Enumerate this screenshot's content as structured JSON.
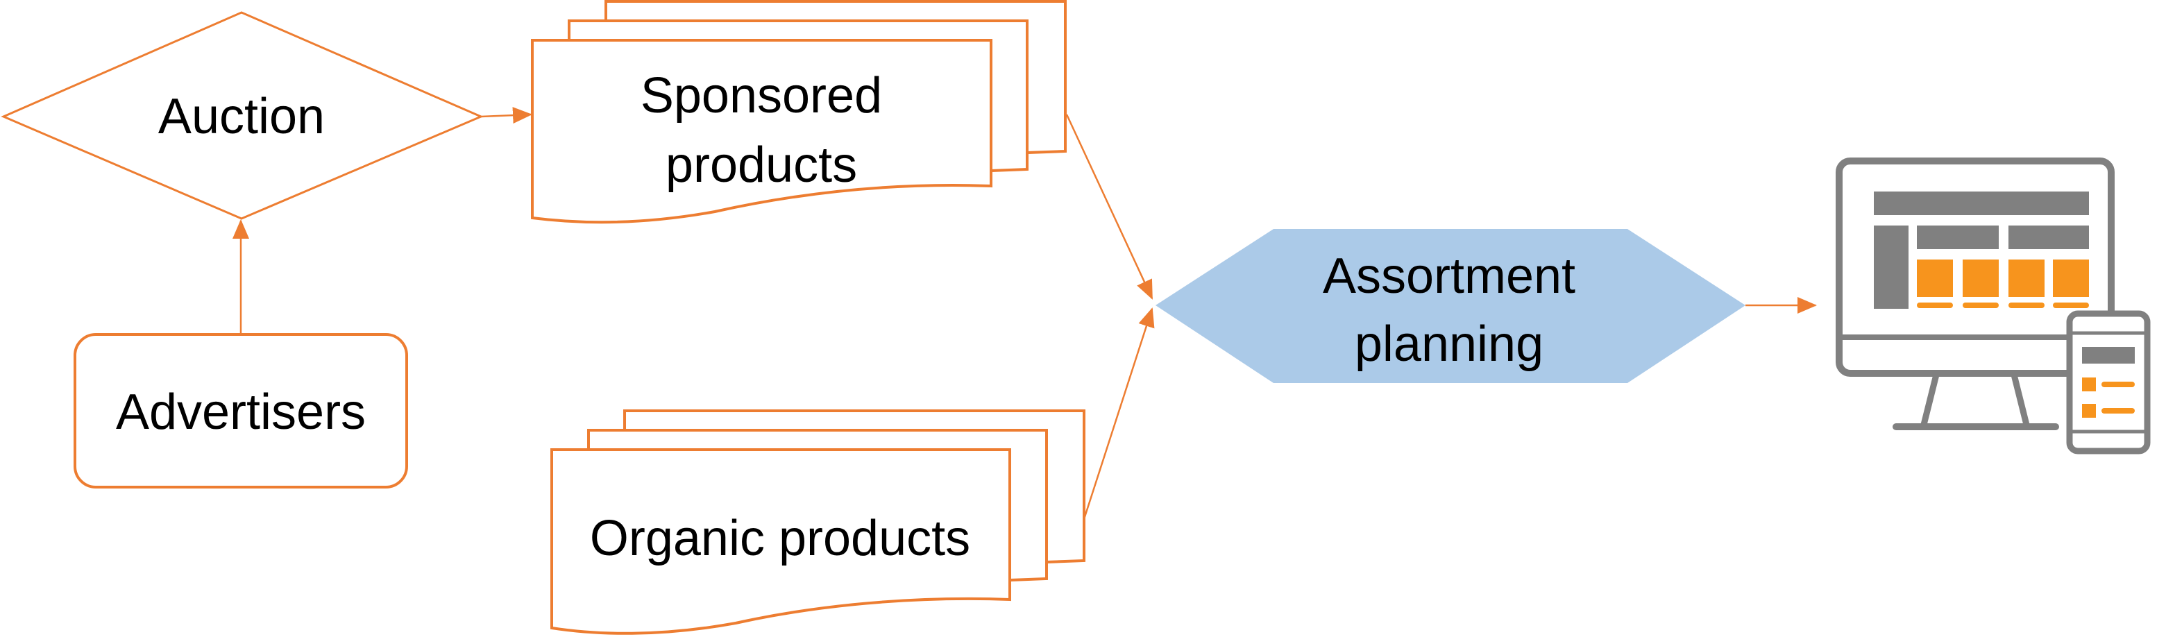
{
  "nodes": {
    "auction": {
      "label": "Auction"
    },
    "advertisers": {
      "label": "Advertisers"
    },
    "sponsored": {
      "line1": "Sponsored",
      "line2": "products"
    },
    "organic": {
      "label": "Organic products"
    },
    "assortment": {
      "line1": "Assortment",
      "line2": "planning"
    }
  },
  "device": {
    "icon": "monitor-and-phone-icon"
  },
  "colors": {
    "stroke": "#ED7D31",
    "hexagon_fill": "#ABCAE8",
    "device_gray": "#808080",
    "device_orange": "#F7941D"
  }
}
